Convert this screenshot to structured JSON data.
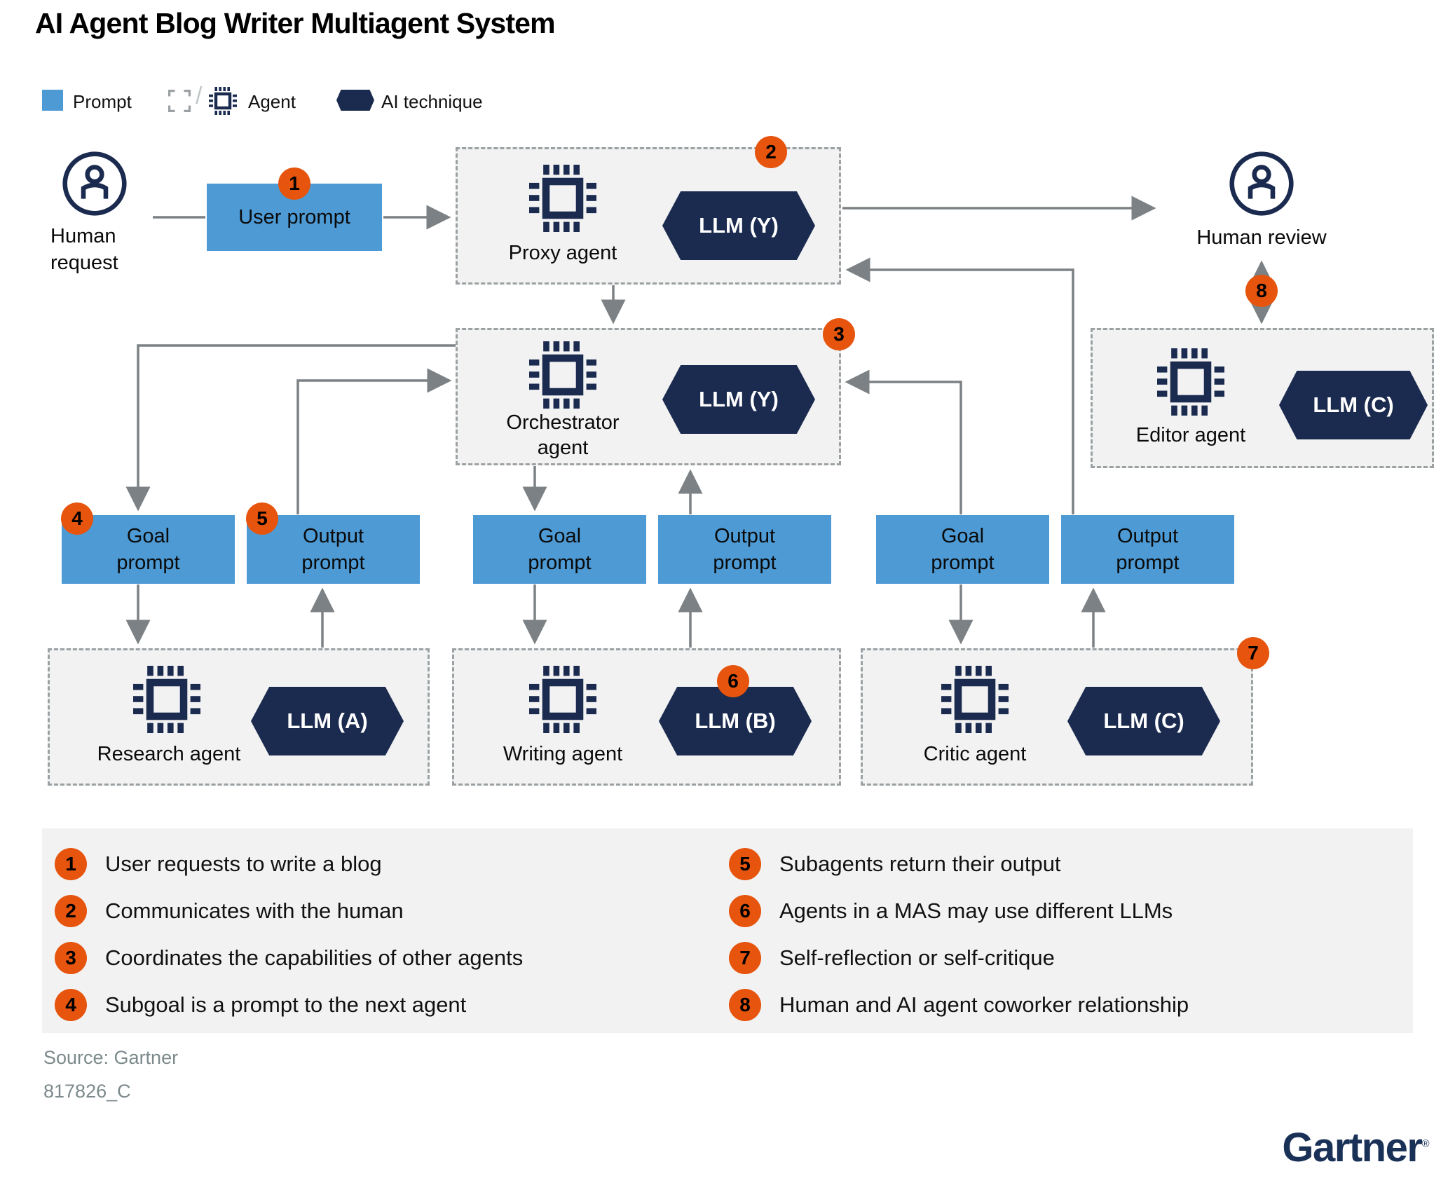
{
  "title": "AI Agent Blog Writer Multiagent System",
  "legend": {
    "prompt": "Prompt",
    "agent": "Agent",
    "ai_technique": "AI technique"
  },
  "colors": {
    "prompt_blue": "#4D9AD5",
    "technique_navy": "#1B2B4F",
    "badge_orange": "#E6540D",
    "agent_box_fill": "#F2F2F3",
    "dashed_border_gray": "#9BA1A3",
    "arrow_gray": "#7B8184",
    "panel_gray": "#F2F2F3",
    "source_gray": "#7D8A8C",
    "logo_navy": "#1A3157"
  },
  "nodes": {
    "human_request": {
      "line1": "Human",
      "line2": "request"
    },
    "user_prompt": {
      "label": "User prompt",
      "badge": "1"
    },
    "proxy": {
      "label": "Proxy agent",
      "llm": "LLM (Y)",
      "badge": "2"
    },
    "orchestrator": {
      "line1": "Orchestrator",
      "line2": "agent",
      "llm": "LLM (Y)",
      "badge": "3"
    },
    "human_review": {
      "label": "Human review",
      "badge": "8"
    },
    "editor": {
      "label": "Editor agent",
      "llm": "LLM (C)"
    },
    "research": {
      "label": "Research agent",
      "llm": "LLM (A)"
    },
    "writing": {
      "label": "Writing agent",
      "llm": "LLM (B)",
      "badge": "6"
    },
    "critic": {
      "label": "Critic agent",
      "llm": "LLM (C)",
      "badge": "7"
    }
  },
  "prompts": [
    {
      "line1": "Goal",
      "line2": "prompt",
      "badge": "4"
    },
    {
      "line1": "Output",
      "line2": "prompt",
      "badge": "5"
    },
    {
      "line1": "Goal",
      "line2": "prompt"
    },
    {
      "line1": "Output",
      "line2": "prompt"
    },
    {
      "line1": "Goal",
      "line2": "prompt"
    },
    {
      "line1": "Output",
      "line2": "prompt"
    }
  ],
  "callouts": [
    {
      "num": "1",
      "text": "User requests to write a blog"
    },
    {
      "num": "2",
      "text": "Communicates with the human"
    },
    {
      "num": "3",
      "text": "Coordinates the capabilities of other agents"
    },
    {
      "num": "4",
      "text": "Subgoal is a prompt to the next agent"
    },
    {
      "num": "5",
      "text": "Subagents return their output"
    },
    {
      "num": "6",
      "text": "Agents in a MAS may use different LLMs"
    },
    {
      "num": "7",
      "text": "Self-reflection or self-critique"
    },
    {
      "num": "8",
      "text": "Human and AI agent coworker relationship"
    }
  ],
  "source": {
    "line1": "Source: Gartner",
    "line2": "817826_C"
  },
  "logo": "Gartner"
}
